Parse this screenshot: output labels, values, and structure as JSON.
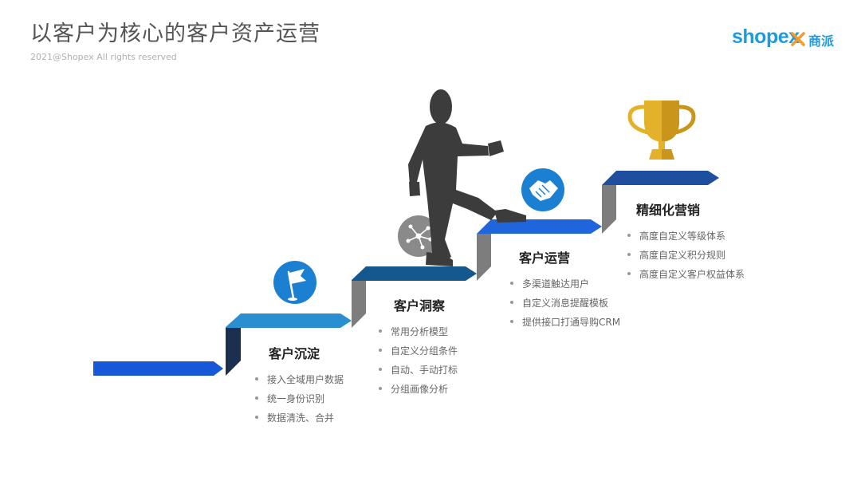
{
  "header": {
    "title": "以客户为核心的客户资产运营",
    "copyright": "2021@Shopex All rights reserved"
  },
  "logo": {
    "brand": "shopex",
    "brand_cn": "商派",
    "color": "#1e9be0",
    "accent": "#f39a2a"
  },
  "stages": [
    {
      "title": "客户沉淀",
      "icon": "flag-icon",
      "items": [
        "接入全域用户数据",
        "统一身份识别",
        "数据清洗、合并"
      ]
    },
    {
      "title": "客户洞察",
      "icon": "network-icon",
      "items": [
        "常用分析模型",
        "自定义分组条件",
        "自动、手动打标",
        "分组画像分析"
      ]
    },
    {
      "title": "客户运营",
      "icon": "handshake-icon",
      "items": [
        "多渠道触达用户",
        "自定义消息提醒模板",
        "提供接口打通导购CRM"
      ]
    },
    {
      "title": "精细化营销",
      "icon": "trophy-icon",
      "items": [
        "高度自定义等级体系",
        "高度自定义积分规则",
        "高度自定义客户权益体系"
      ]
    }
  ],
  "colors": {
    "step1": "#1658d8",
    "step2": "#2a8fd0",
    "step3": "#15588e",
    "step4": "#1f66dc",
    "step5": "#1e4f9e",
    "riser": "#7d7d7d",
    "icon_blue": "#1b7fd2",
    "icon_gray": "#8a8a8a",
    "trophy": "#e3b22a",
    "person": "#3c3c3c"
  }
}
